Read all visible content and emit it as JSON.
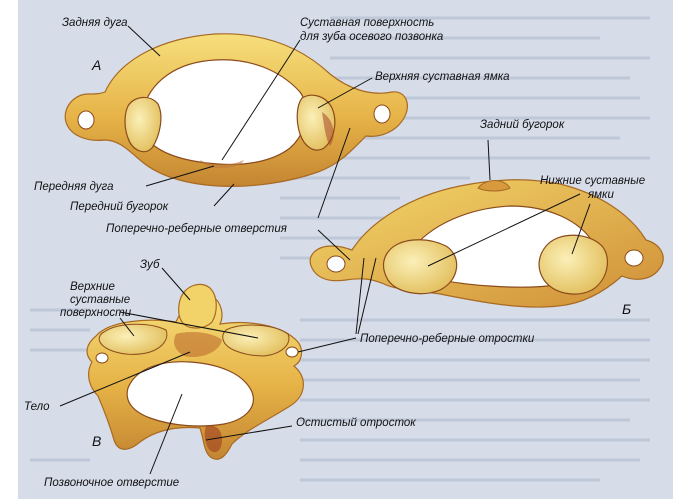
{
  "figure": {
    "panel_letters": {
      "a": "А",
      "b": "Б",
      "c": "В"
    },
    "labels": {
      "posterior_arch": "Задняя дуга",
      "articular_surface_line1": "Суставная поверхность",
      "articular_surface_line2": "для зуба осевого позвонка",
      "superior_facet": "Верхняя суставная ямка",
      "anterior_arch": "Передняя дуга",
      "anterior_tubercle": "Передний бугорок",
      "transverse_foramina": "Поперечно-реберные отверстия",
      "posterior_tubercle": "Задний бугорок",
      "inferior_facets_line1": "Нижние суставные",
      "inferior_facets_line2": "ямки",
      "dens": "Зуб",
      "superior_surfaces_line1": "Верхние",
      "superior_surfaces_line2": "суставные",
      "superior_surfaces_line3": "поверхности",
      "transverse_processes": "Поперечно-реберные отростки",
      "body": "Тело",
      "spinous_process": "Остистый отросток",
      "vertebral_foramen": "Позвоночное отверстие"
    }
  },
  "colors": {
    "bone_light": "#f3d56a",
    "bone_mid": "#e3a93a",
    "bone_dark": "#b8762a",
    "shadow": "#8a4b1c",
    "page_bg": "#cfd8e6",
    "page_text": "#7d8aa3"
  }
}
